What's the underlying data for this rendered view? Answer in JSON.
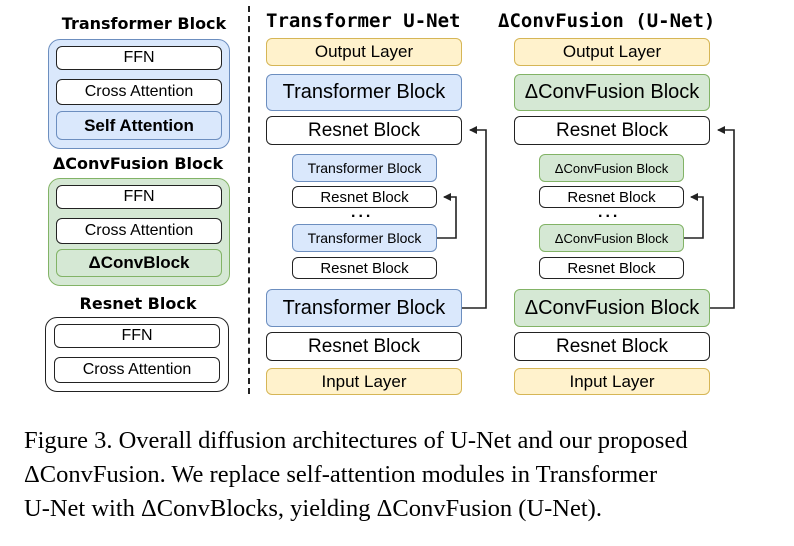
{
  "legend": {
    "transformer_block": {
      "heading": "Transformer Block",
      "items": [
        "FFN",
        "Cross Attention",
        "Self Attention"
      ]
    },
    "convfusion_block": {
      "heading": "ΔConvFusion Block",
      "items": [
        "FFN",
        "Cross Attention",
        "ΔConvBlock"
      ]
    },
    "resnet_block": {
      "heading": "Resnet Block",
      "items": [
        "FFN",
        "Cross Attention"
      ]
    }
  },
  "transformer_unet": {
    "title": "Transformer U-Net",
    "output_layer": "Output Layer",
    "top_block": "Transformer Block",
    "top_resnet": "Resnet Block",
    "inner_block_1": "Transformer Block",
    "inner_resnet_1": "Resnet Block",
    "dots": "...",
    "inner_block_2": "Transformer Block",
    "inner_resnet_2": "Resnet Block",
    "bottom_block": "Transformer Block",
    "bottom_resnet": "Resnet Block",
    "input_layer": "Input Layer"
  },
  "convfusion_unet": {
    "title": "ΔConvFusion (U-Net)",
    "output_layer": "Output Layer",
    "top_block": "ΔConvFusion Block",
    "top_resnet": "Resnet Block",
    "inner_block_1": "ΔConvFusion Block",
    "inner_resnet_1": "Resnet Block",
    "dots": "...",
    "inner_block_2": "ΔConvFusion Block",
    "inner_resnet_2": "Resnet Block",
    "bottom_block": "ΔConvFusion Block",
    "bottom_resnet": "Resnet Block",
    "input_layer": "Input Layer"
  },
  "caption": {
    "line1": "Figure 3. Overall diffusion architectures of U-Net and our proposed",
    "line2": "ΔConvFusion. We replace self-attention modules in Transformer",
    "line3": "U-Net with ΔConvBlocks, yielding ΔConvFusion (U-Net)."
  },
  "colors": {
    "transformer_fill": "#dae8fc",
    "transformer_border": "#6c8ebf",
    "convfusion_fill": "#d5e8d4",
    "convfusion_border": "#82b366",
    "io_fill": "#fff2cc",
    "io_border": "#d6b656"
  }
}
